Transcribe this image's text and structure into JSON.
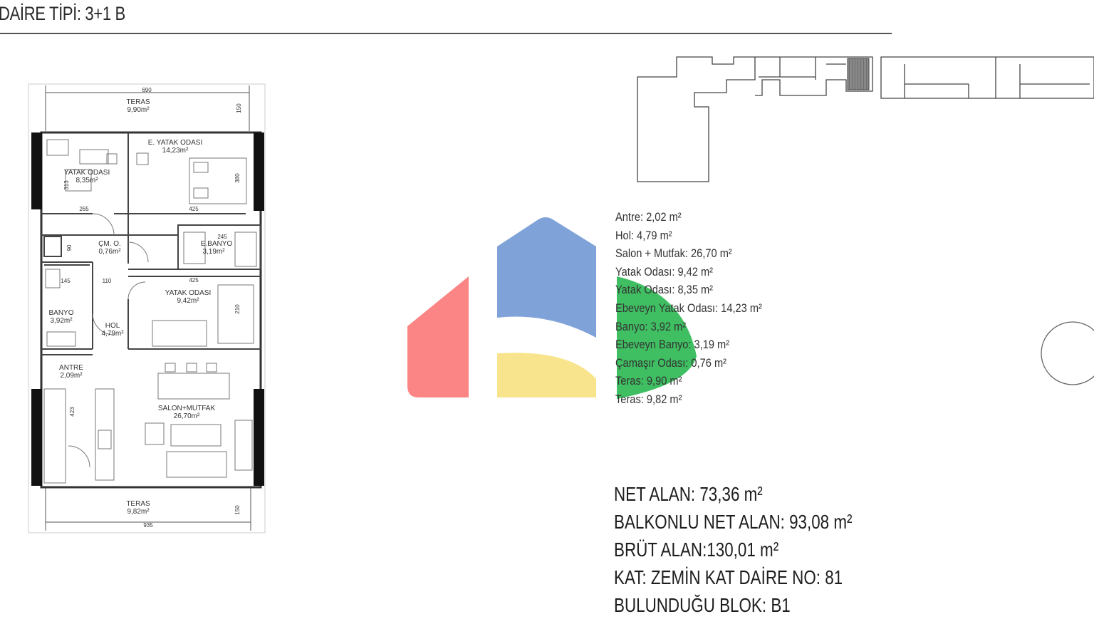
{
  "header": {
    "title": "DAİRE TİPİ:  3+1 B"
  },
  "plan_labels": {
    "terrace_top_name": "TERAS",
    "terrace_top_area": "9,90m²",
    "parent_bedroom_name": "E. YATAK ODASI",
    "parent_bedroom_area": "14,23m²",
    "bedroom1_name": "YATAK ODASI",
    "bedroom1_area": "8,35m²",
    "laundry_name": "ÇM. O.",
    "laundry_area": "0,76m²",
    "parent_bath_name": "E.BANYO",
    "parent_bath_area": "3,19m²",
    "bedroom2_name": "YATAK ODASI",
    "bedroom2_area": "9,42m²",
    "bath_name": "BANYO",
    "bath_area": "3,92m²",
    "hall_name": "HOL",
    "hall_area": "4,79m²",
    "entry_name": "ANTRE",
    "entry_area": "2,09m²",
    "living_name": "SALON+MUTFAK",
    "living_area": "26,70m²",
    "terrace_bottom_name": "TERAS",
    "terrace_bottom_area": "9,82m²"
  },
  "dimensions": {
    "top_width": "690",
    "bottom_width": "935",
    "bedroom1_width": "265",
    "parent_bedroom_width": "425",
    "bedroom2_width": "425",
    "bath_width": "145",
    "hall_width": "110",
    "parent_bath_width": "245",
    "side_a": "150",
    "side_b": "380",
    "side_c": "313",
    "side_d": "90",
    "side_e": "210",
    "side_f": "423",
    "side_g": "150"
  },
  "areas": [
    "Antre: 2,02 m²",
    "Hol: 4,79 m²",
    "Salon + Mutfak: 26,70 m²",
    "Yatak Odası: 9,42 m²",
    "Yatak Odası: 8,35 m²",
    "Ebeveyn Yatak Odası: 14,23 m²",
    "Banyo: 3,92 m²",
    "Ebeveyn Banyo: 3,19 m²",
    "Çamaşır Odası: 0,76 m²",
    "Teras: 9,90 m²",
    "Teras: 9,82 m²"
  ],
  "totals": [
    "NET ALAN: 73,36 m²",
    "BALKONLU NET ALAN: 93,08 m²",
    "BRÜT ALAN:130,01 m²",
    "KAT: ZEMİN KAT  DAİRE NO: 81",
    "BULUNDUĞU BLOK:  B1"
  ],
  "colors": {
    "logo_red": "#fb8585",
    "logo_blue": "#7fa3d9",
    "logo_yellow": "#f8e48c",
    "logo_green": "#3fbf62",
    "highlight_hatch": "#777777"
  }
}
